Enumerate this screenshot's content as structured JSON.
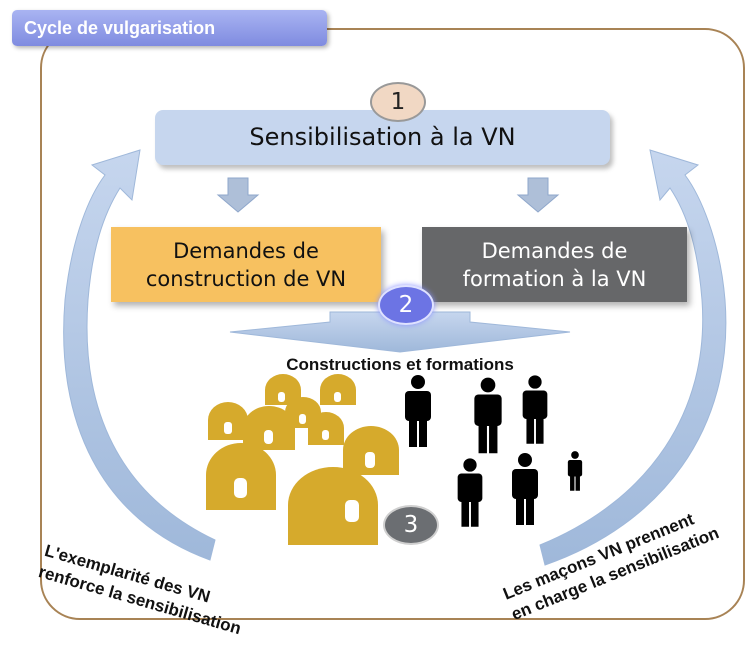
{
  "title": "Cycle de vulgarisation",
  "step1": {
    "badge": "1",
    "label": "Sensibilisation à la VN"
  },
  "step2": {
    "badge": "2",
    "left_box": {
      "line1": "Demandes de",
      "line2": "construction de VN"
    },
    "right_box": {
      "line1": "Demandes de",
      "line2": "formation à la VN"
    }
  },
  "step3": {
    "badge": "3",
    "label": "Constructions et formations"
  },
  "feedback": {
    "left": {
      "line1": "L'exemplarité des VN",
      "line2": "renforce la sensibilisation"
    },
    "right": {
      "line1": "Les maçons VN prennent",
      "line2": "en charge la sensibilisation"
    }
  },
  "colors": {
    "frame": "#a88355",
    "title_tab": "#8a95e6",
    "sensibilisation_box": "#c6d6ee",
    "construction_box": "#f7c160",
    "formation_box": "#666769",
    "arrows": "#a9c0de",
    "houses": "#d6aa2c",
    "people": "#000000"
  }
}
